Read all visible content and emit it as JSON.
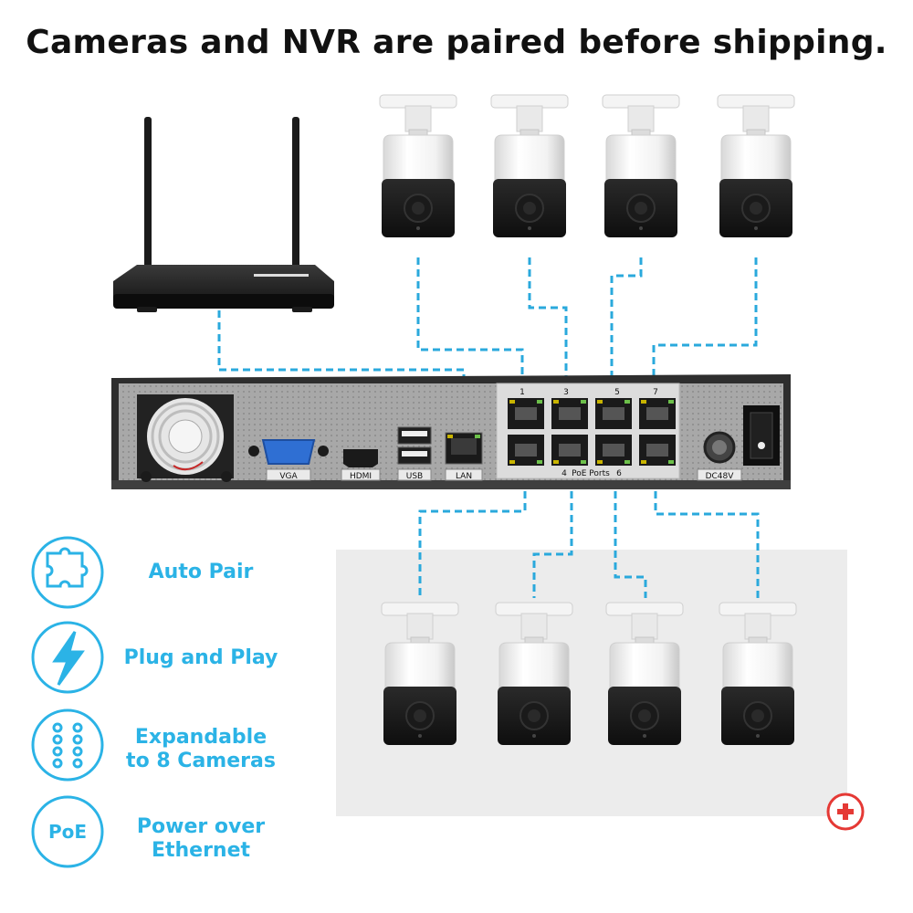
{
  "headline": "Cameras and NVR are paired before shipping.",
  "colors": {
    "accent": "#2bb3e6",
    "cable": "#2aa9dc",
    "nvr_body": "#3b3b3b",
    "panel": "#a9a9a9",
    "highlight_box": "#ececec",
    "plus_badge": "#e53935"
  },
  "nvr": {
    "labels": {
      "vga": "VGA",
      "hdmi": "HDMI",
      "usb": "USB",
      "lan": "LAN",
      "poe_ports": "PoE Ports",
      "poe_left_num": "4",
      "poe_right_num": "6",
      "power": "DC48V"
    },
    "port_numbers": [
      "1",
      "3",
      "5",
      "7"
    ]
  },
  "features": [
    {
      "icon": "puzzle-icon",
      "label": "Auto Pair"
    },
    {
      "icon": "lightning-icon",
      "label": "Plug and Play"
    },
    {
      "icon": "camera-grid-icon",
      "label_line1": "Expandable",
      "label_line2": "to 8 Cameras"
    },
    {
      "icon": "poe-icon",
      "icon_text": "PoE",
      "label_line1": "Power over",
      "label_line2": "Ethernet"
    }
  ]
}
